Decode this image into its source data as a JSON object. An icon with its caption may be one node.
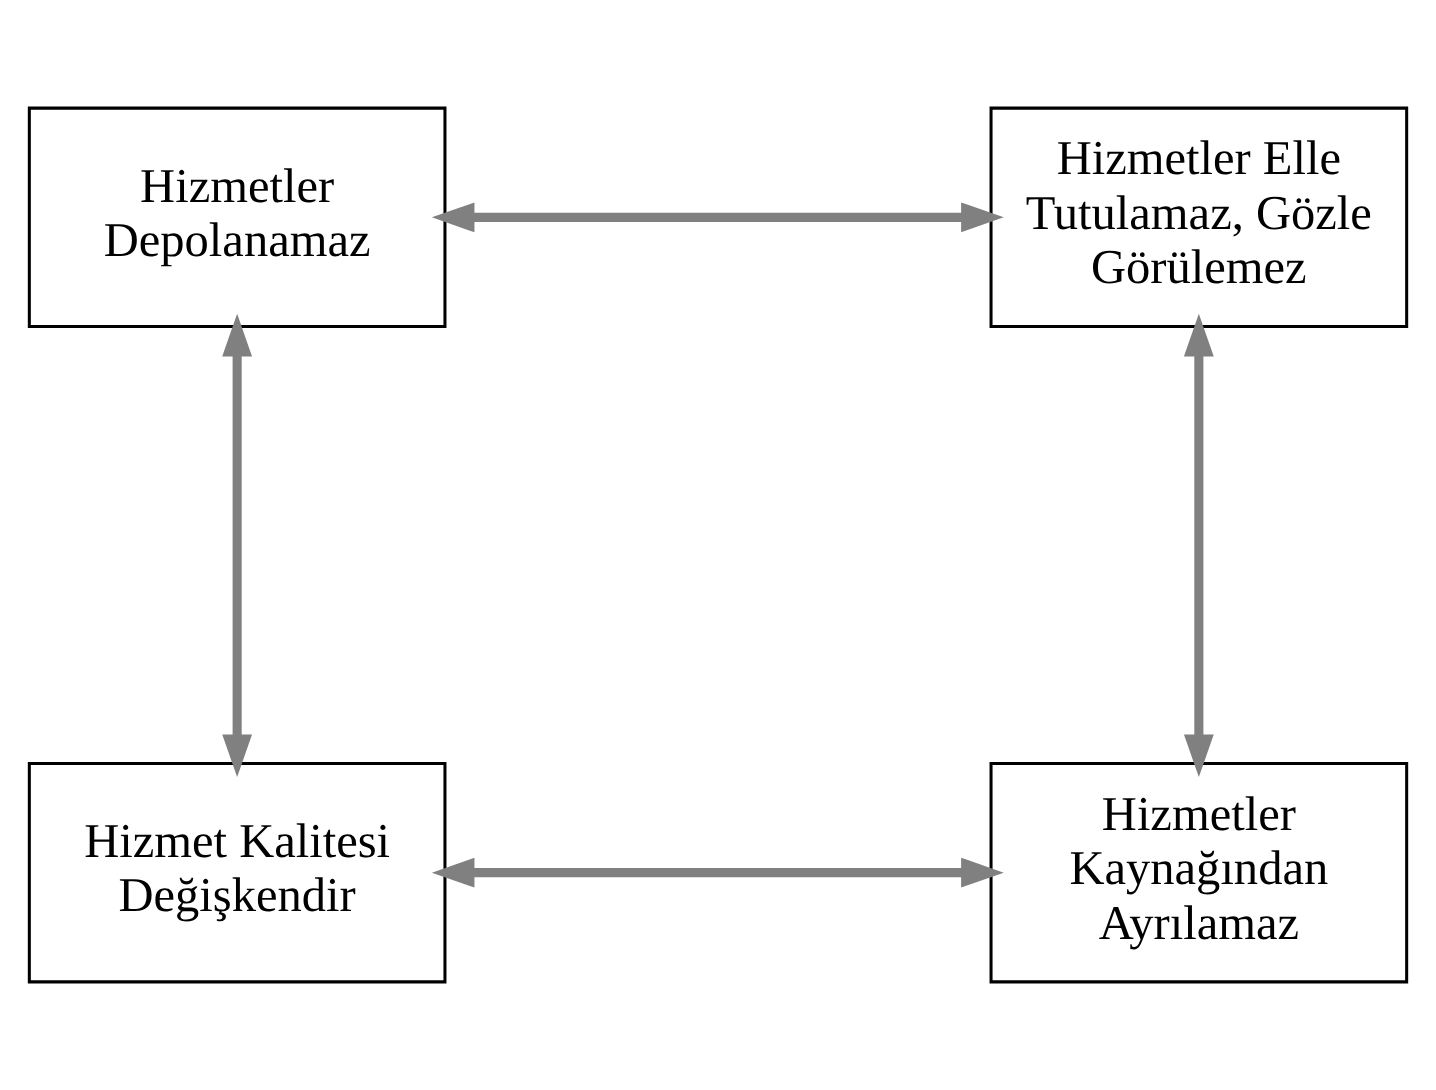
{
  "diagram": {
    "nodes": [
      {
        "text": [
          "Hizmetler Depolanamaz"
        ]
      },
      {
        "text": [
          "Hizmetler Elle Tutulamaz, Gözle Görülemez"
        ]
      },
      {
        "text": [
          "Hizmet Kalitesi Değişkendir"
        ]
      },
      {
        "text": [
          "Hizmetler Kaynağından Ayrılamaz"
        ]
      }
    ],
    "edges": [
      {
        "from": 0,
        "to": 1,
        "arrow": "both"
      },
      {
        "from": 0,
        "to": 2,
        "arrow": "both"
      },
      {
        "from": 1,
        "to": 3,
        "arrow": "both"
      },
      {
        "from": 2,
        "to": 3,
        "arrow": "both"
      }
    ]
  }
}
